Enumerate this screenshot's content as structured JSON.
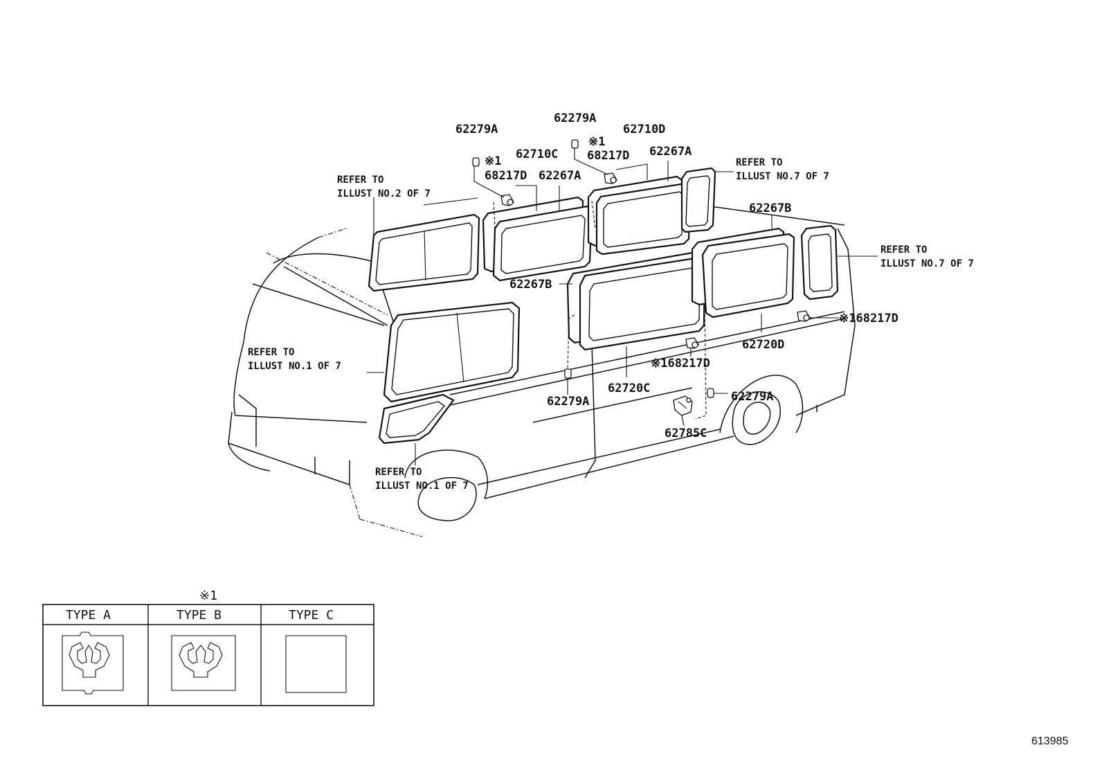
{
  "callouts": {
    "c_62279A_1": "62279A",
    "c_note_1": "※1",
    "c_68217D_1": "68217D",
    "c_62710C": "62710C",
    "c_62267A_1": "62267A",
    "c_62279A_2": "62279A",
    "c_note_2": "※1",
    "c_68217D_2": "68217D",
    "c_62710D": "62710D",
    "c_62267A_2": "62267A",
    "c_62267B_1": "62267B",
    "c_62267B_2": "62267B",
    "c_68217D_3": "※168217D",
    "c_62720D": "62720D",
    "c_68217D_4": "※168217D",
    "c_62720C": "62720C",
    "c_62279A_3": "62279A",
    "c_62279A_4": "62279A",
    "c_62785C": "62785C"
  },
  "references": {
    "r2_line1": "REFER TO",
    "r2_line2": "ILLUST NO.2 OF 7",
    "r7a_line1": "REFER TO",
    "r7a_line2": "ILLUST NO.7 OF 7",
    "r7b_line1": "REFER TO",
    "r7b_line2": "ILLUST NO.7 OF 7",
    "r1a_line1": "REFER TO",
    "r1a_line2": "ILLUST NO.1 OF 7",
    "r1b_line1": "REFER TO",
    "r1b_line2": "ILLUST NO.1 OF 7"
  },
  "type_table": {
    "note_mark": "※1",
    "headers": [
      "TYPE  A",
      "TYPE  B",
      "TYPE  C"
    ]
  },
  "figure_id": "613985"
}
